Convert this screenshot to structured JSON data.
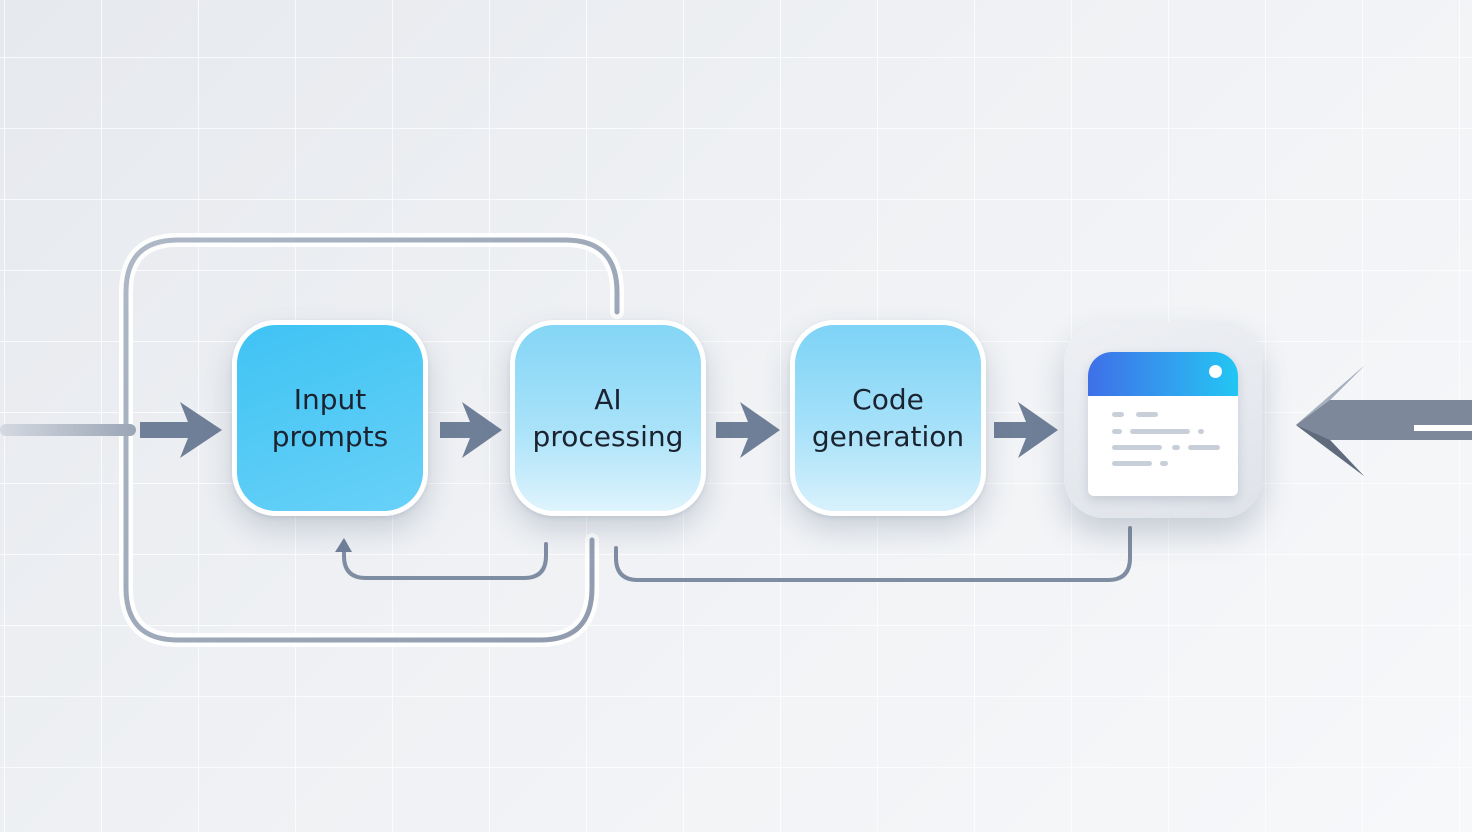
{
  "steps": [
    {
      "label": "Input\nprompts"
    },
    {
      "label": "AI\nprocessing"
    },
    {
      "label": "Code\ngeneration"
    }
  ],
  "colors": {
    "step_primary": "#3fc3f3",
    "step_light": "#a8e2f9",
    "arrow": "#6f7f98",
    "loop": "#9aa6b8",
    "doc_header": "#3f6fe8"
  },
  "icons": {
    "output": "document-icon",
    "entry": "arrow-right-icon",
    "exit": "arrowhead-left-icon"
  }
}
